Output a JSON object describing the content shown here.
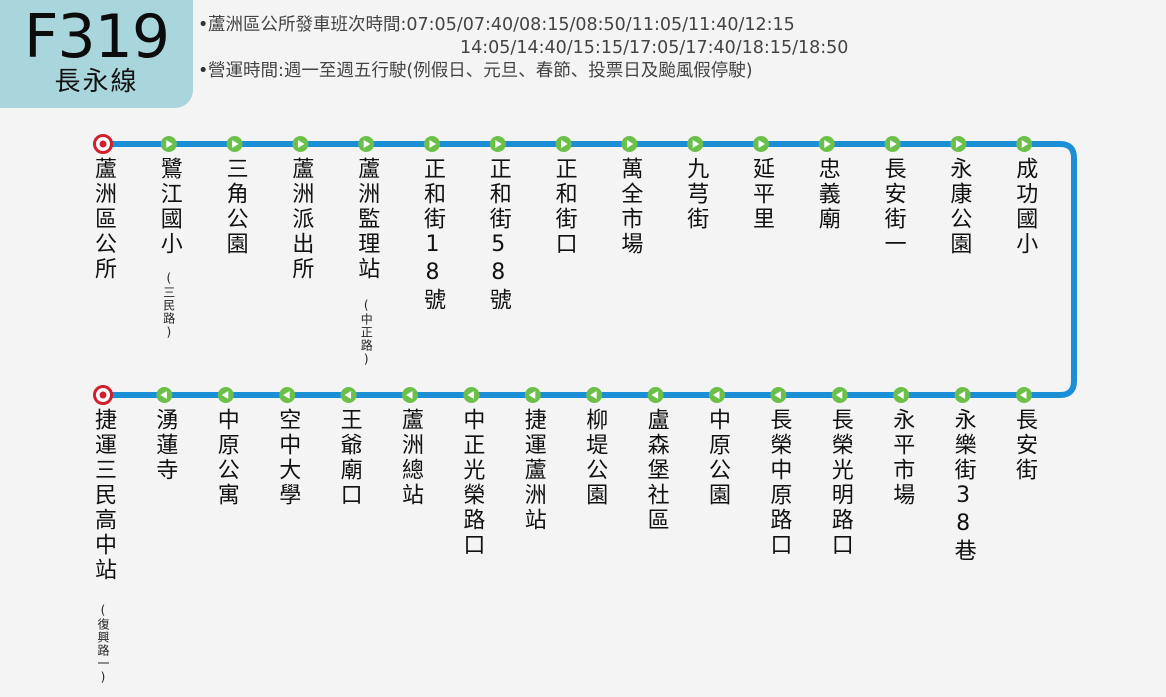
{
  "route": {
    "number": "F319",
    "name": "長永線"
  },
  "info": {
    "schedule_line1": "蘆洲區公所發車班次時間:07:05/07:40/08:15/08:50/11:05/11:40/12:15",
    "schedule_line2": "14:05/14:40/15:15/17:05/17:40/18:15/18:50",
    "operation": "營運時間:週一至週五行駛(例假日、元旦、春節、投票日及颱風假停駛)",
    "bullet": "•"
  },
  "colors": {
    "route_line": "#1b8fd6",
    "stop_marker": "#6cc04a",
    "terminal_marker": "#d11f2b",
    "badge_bg": "#a9d6dc"
  },
  "stops_top": [
    {
      "name": "蘆洲區公所",
      "note": "",
      "terminal": true
    },
    {
      "name": "鷺江國小",
      "note": "(三民路)"
    },
    {
      "name": "三角公園",
      "note": ""
    },
    {
      "name": "蘆洲派出所",
      "note": ""
    },
    {
      "name": "蘆洲監理站",
      "note": "(中正路)"
    },
    {
      "name": "正和街18號",
      "note": ""
    },
    {
      "name": "正和街58號",
      "note": ""
    },
    {
      "name": "正和街口",
      "note": ""
    },
    {
      "name": "萬全市場",
      "note": ""
    },
    {
      "name": "九芎街",
      "note": ""
    },
    {
      "name": "延平里",
      "note": ""
    },
    {
      "name": "忠義廟",
      "note": ""
    },
    {
      "name": "長安街一",
      "note": ""
    },
    {
      "name": "永康公園",
      "note": ""
    },
    {
      "name": "成功國小",
      "note": ""
    }
  ],
  "stops_bottom": [
    {
      "name": "捷運三民高中站",
      "note": "(復興路一)",
      "terminal": true
    },
    {
      "name": "湧蓮寺",
      "note": ""
    },
    {
      "name": "中原公寓",
      "note": ""
    },
    {
      "name": "空中大學",
      "note": ""
    },
    {
      "name": "王爺廟口",
      "note": ""
    },
    {
      "name": "蘆洲總站",
      "note": ""
    },
    {
      "name": "中正光榮路口",
      "note": ""
    },
    {
      "name": "捷運蘆洲站",
      "note": ""
    },
    {
      "name": "柳堤公園",
      "note": ""
    },
    {
      "name": "盧森堡社區",
      "note": ""
    },
    {
      "name": "中原公園",
      "note": ""
    },
    {
      "name": "長榮中原路口",
      "note": ""
    },
    {
      "name": "長榮光明路口",
      "note": ""
    },
    {
      "name": "永平市場",
      "note": ""
    },
    {
      "name": "永樂街38巷",
      "note": ""
    },
    {
      "name": "長安街",
      "note": ""
    }
  ]
}
